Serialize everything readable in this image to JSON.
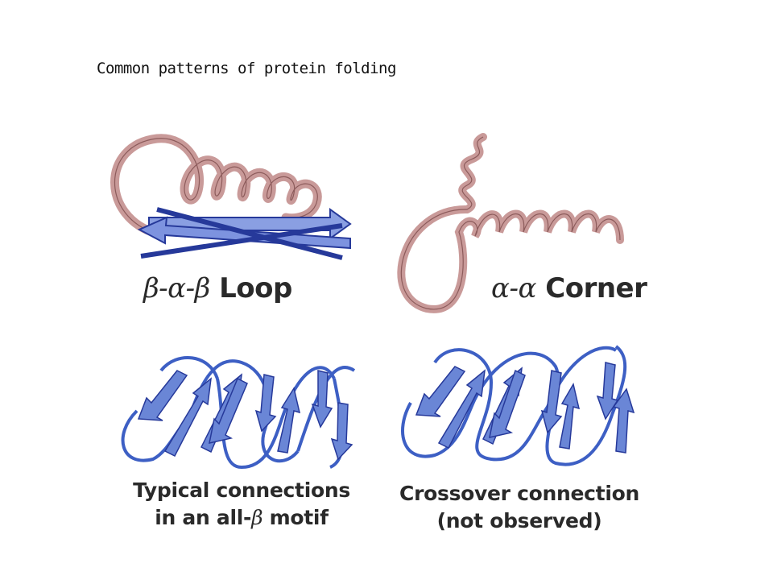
{
  "title": "Common patterns of protein folding",
  "panels": {
    "beta_alpha_beta": {
      "greek_prefix": "β-α-β",
      "word": "Loop"
    },
    "alpha_alpha": {
      "greek_prefix": "α-α",
      "word": "Corner"
    },
    "all_beta": {
      "line1": "Typical connections",
      "line2_prefix": "in an all-",
      "line2_greek": "β",
      "line2_suffix": "motif"
    },
    "crossover": {
      "line1": "Crossover connection",
      "line2": "(not observed)"
    }
  },
  "colors": {
    "helix": "#c99a99",
    "helix_edge": "#8c5b5b",
    "strand": "#6a86d6",
    "strand_edge": "#26399a",
    "connector": "#3d5fc4"
  }
}
